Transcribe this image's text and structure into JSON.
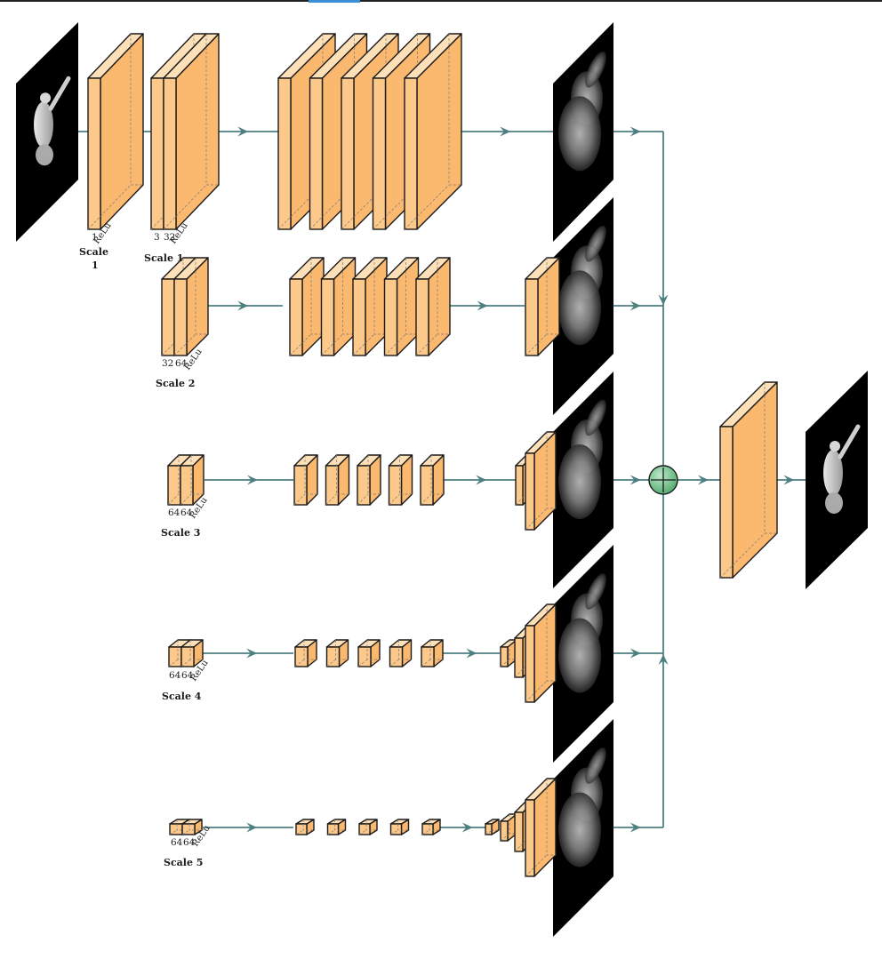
{
  "colors": {
    "block_front": "#fcc98a",
    "block_side": "#fbb86f",
    "block_top": "#fde0b8",
    "arrow": "#4d7f80",
    "sum": "#6cc08b",
    "panel": "#000000"
  },
  "scales": [
    {
      "label": "Scale 1",
      "nums": [
        "1",
        "3",
        "32"
      ],
      "relu": "ReLu"
    },
    {
      "label": "Scale 2",
      "nums": [
        "32",
        "64"
      ],
      "relu": "ReLu"
    },
    {
      "label": "Scale 3",
      "nums": [
        "64",
        "64"
      ],
      "relu": "ReLu"
    },
    {
      "label": "Scale 4",
      "nums": [
        "64",
        "64"
      ],
      "relu": "ReLu"
    },
    {
      "label": "Scale 5",
      "nums": [
        "64",
        "64"
      ],
      "relu": "ReLu"
    }
  ],
  "first_scale_label": "Scale 1",
  "first_scale_label_lines": [
    "Scale",
    "1"
  ],
  "icons": {
    "sum": "plus-circle-icon"
  }
}
